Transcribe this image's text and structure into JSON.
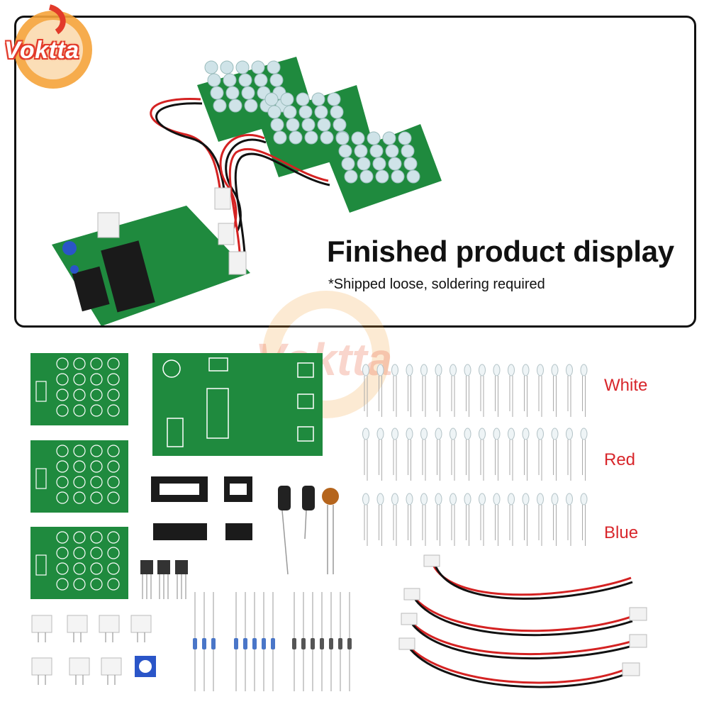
{
  "brand": {
    "logo_text": "Voktta",
    "watermark_text": "Voktta",
    "accent": "#e23a2a"
  },
  "panel": {
    "title": "Finished product display",
    "subtitle": "*Shipped loose, soldering required"
  },
  "led_colors": [
    {
      "label": "White",
      "hex": "#d8262b"
    },
    {
      "label": "Red",
      "hex": "#d8262b"
    },
    {
      "label": "Blue",
      "hex": "#d8262b"
    }
  ],
  "pcb_color": "#1f8a3e"
}
